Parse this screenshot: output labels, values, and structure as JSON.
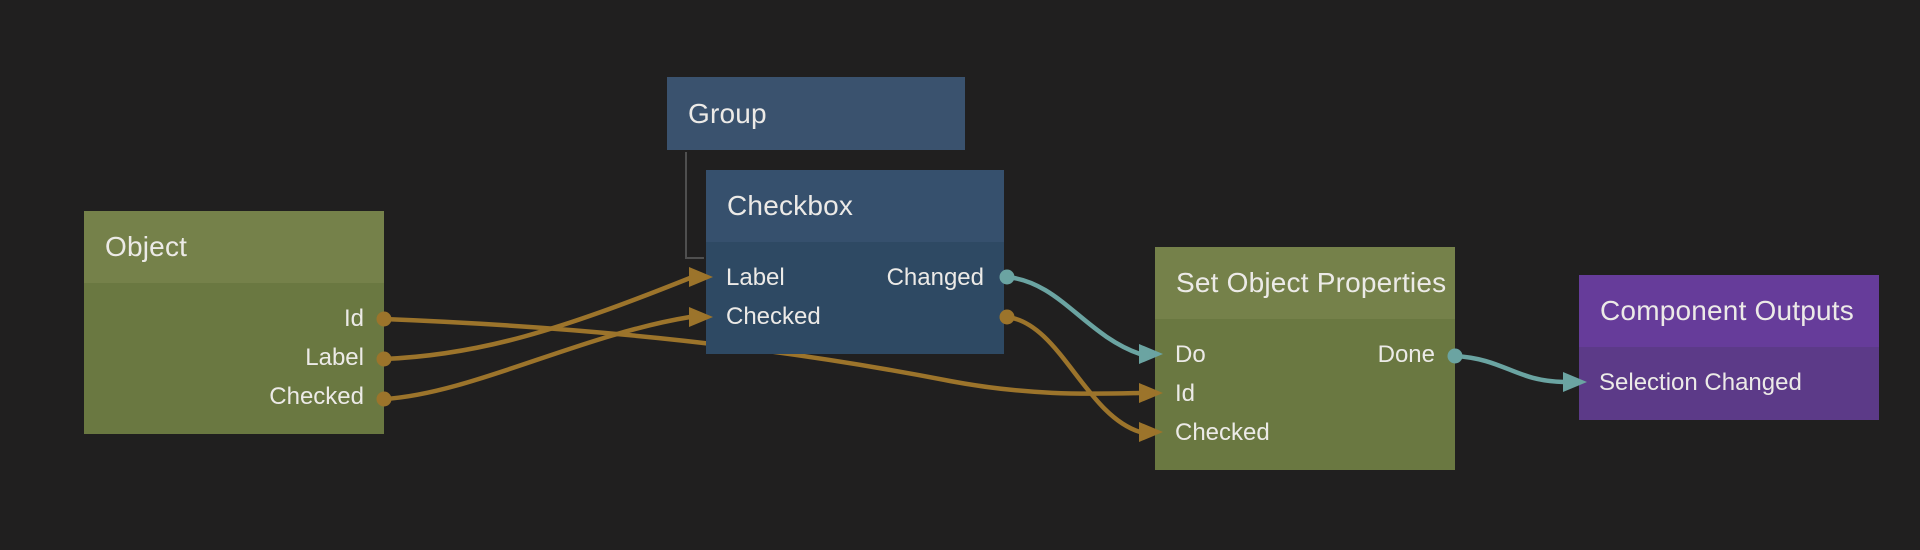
{
  "canvas": {
    "background": "#201f1f"
  },
  "colors": {
    "value_wire": "#9c742b",
    "signal_wire": "#6ba4a2",
    "group_link": "#4f4f4f",
    "olive_header": "#75814a",
    "olive_body": "#6a7841",
    "blue_header": "#36506d",
    "blue_body": "#2e4963",
    "purple_header": "#663c9a",
    "purple_body": "#5c3a88",
    "text": "#eceae7"
  },
  "nodes": {
    "object": {
      "title": "Object",
      "rows": [
        {
          "output": "Id"
        },
        {
          "output": "Label"
        },
        {
          "output": "Checked"
        }
      ]
    },
    "group": {
      "title": "Group"
    },
    "checkbox": {
      "title": "Checkbox",
      "rows": [
        {
          "input": "Label",
          "output": "Changed"
        },
        {
          "input": "Checked",
          "output": ""
        }
      ]
    },
    "set_object_properties": {
      "title": "Set Object Properties",
      "rows": [
        {
          "input": "Do",
          "output": "Done"
        },
        {
          "input": "Id",
          "output": ""
        },
        {
          "input": "Checked",
          "output": ""
        }
      ]
    },
    "component_outputs": {
      "title": "Component Outputs",
      "rows": [
        {
          "input": "Selection Changed"
        }
      ]
    }
  },
  "connections": [
    {
      "from": "Object.Id",
      "to": "Set Object Properties.Id",
      "kind": "value"
    },
    {
      "from": "Object.Label",
      "to": "Checkbox.Label",
      "kind": "value"
    },
    {
      "from": "Object.Checked",
      "to": "Checkbox.Checked",
      "kind": "value"
    },
    {
      "from": "Checkbox.Changed",
      "to": "Set Object Properties.Do",
      "kind": "signal"
    },
    {
      "from": "Checkbox.Checked",
      "to": "Set Object Properties.Checked",
      "kind": "value"
    },
    {
      "from": "Set Object Properties.Done",
      "to": "Component Outputs.Selection Changed",
      "kind": "signal"
    },
    {
      "from": "Group",
      "to": "Checkbox",
      "kind": "child"
    }
  ]
}
